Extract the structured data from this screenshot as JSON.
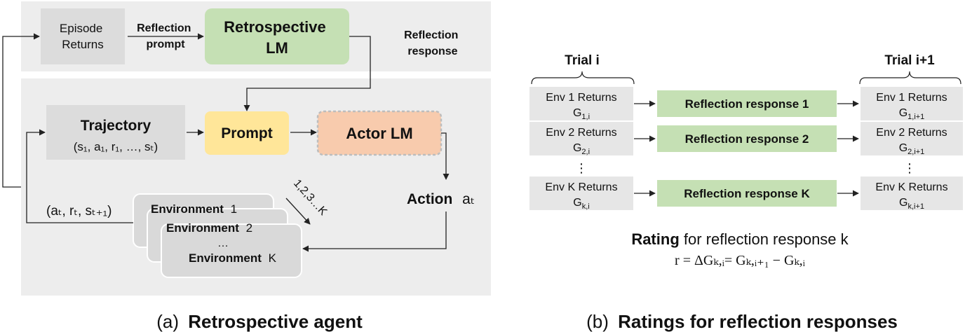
{
  "panel_a": {
    "episode_returns": [
      "Episode",
      "Returns"
    ],
    "reflection_prompt": [
      "Reflection",
      "prompt"
    ],
    "retrospective_lm": [
      "Retrospective",
      "LM"
    ],
    "reflection_response": [
      "Reflection",
      "response"
    ],
    "trajectory_title": "Trajectory",
    "trajectory_tuple": "(s₁, a₁, r₁, …, sₜ)",
    "prompt": "Prompt",
    "actor_lm": "Actor LM",
    "action_label": "Action",
    "action_var": "aₜ",
    "feedback_tuple": "(aₜ, rₜ, sₜ₊₁)",
    "parallel_label": "1,2,3…K",
    "environments": [
      {
        "name": "Environment",
        "index": "1"
      },
      {
        "name": "Environment",
        "index": "2"
      },
      {
        "name": "Environment",
        "index": "K"
      }
    ],
    "env_ellipsis": "…",
    "caption_prefix": "(a)",
    "caption_bold": "Retrospective agent"
  },
  "panel_b": {
    "trial_i": "Trial i",
    "trial_i1": "Trial i+1",
    "rows": [
      {
        "left_label": "Env 1 Returns",
        "left_g": "G",
        "left_sub": "1,i",
        "response": "Reflection response 1",
        "right_label": "Env 1 Returns",
        "right_g": "G",
        "right_sub": "1,i+1"
      },
      {
        "left_label": "Env 2 Returns",
        "left_g": "G",
        "left_sub": "2,i",
        "response": "Reflection response 2",
        "right_label": "Env 2 Returns",
        "right_g": "G",
        "right_sub": "2,i+1"
      },
      {
        "left_label": "Env K Returns",
        "left_g": "G",
        "left_sub": "k,i",
        "response": "Reflection response K",
        "right_label": "Env K Returns",
        "right_g": "G",
        "right_sub": "k,i+1"
      }
    ],
    "vdots": "⋮",
    "rating_bold": "Rating",
    "rating_rest": " for reflection response k",
    "formula": "r = ΔGₖ,ᵢ= Gₖ,ᵢ₊₁ − Gₖ,ᵢ",
    "caption_prefix": "(b)",
    "caption_bold": "Ratings for reflection responses"
  }
}
